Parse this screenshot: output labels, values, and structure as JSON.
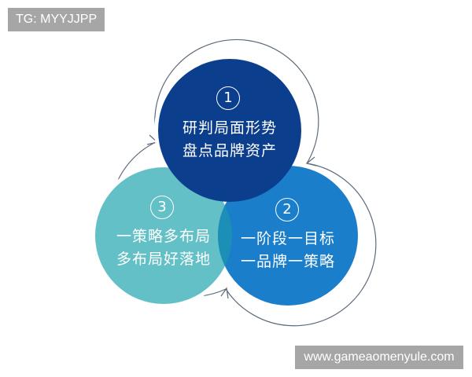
{
  "watermark_top": {
    "text": "TG: MYYJJPP"
  },
  "watermark_bottom": {
    "text": "www.gameaomenyule.com"
  },
  "diagram": {
    "type": "three-circle cycle (venn)",
    "colors": {
      "circle1": "#0c3e8e",
      "circle2": "#1a7ecb",
      "circle3": "#63c0c6",
      "overlap23": "#1b8fb5",
      "ring": "#5d6b7a"
    },
    "circles": [
      {
        "number": "1",
        "line1": "研判局面形势",
        "line2": "盘点品牌资产"
      },
      {
        "number": "2",
        "line1": "一阶段一目标",
        "line2": "一品牌一策略"
      },
      {
        "number": "3",
        "line1": "一策略多布局",
        "line2": "多布局好落地"
      }
    ]
  }
}
